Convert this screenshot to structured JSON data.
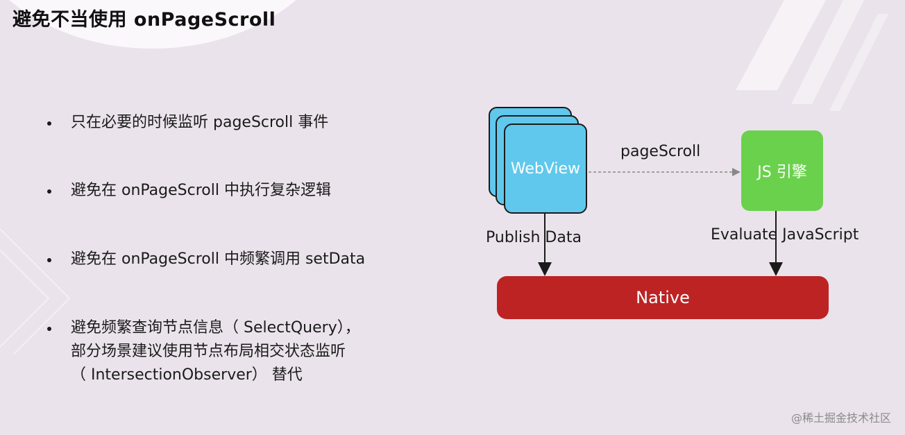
{
  "slide": {
    "title": "避免不当使用 onPageScroll",
    "bullets": [
      "只在必要的时候监听 pageScroll 事件",
      "避免在 onPageScroll 中执行复杂逻辑",
      "避免在 onPageScroll 中频繁调用 setData",
      "避免频繁查询节点信息（ SelectQuery），\n部分场景建议使用节点布局相交状态监听\n（ IntersectionObserver） 替代"
    ]
  },
  "diagram": {
    "webview_label": "WebView",
    "js_engine_label": "JS 引擎",
    "native_label": "Native",
    "page_scroll_label": "pageScroll",
    "publish_data_label": "Publish Data",
    "evaluate_js_label": "Evaluate JavaScript",
    "colors": {
      "webview": "#60c8ec",
      "js_engine": "#6ad14c",
      "native": "#bd2323"
    }
  },
  "watermark": "@稀土掘金技术社区"
}
